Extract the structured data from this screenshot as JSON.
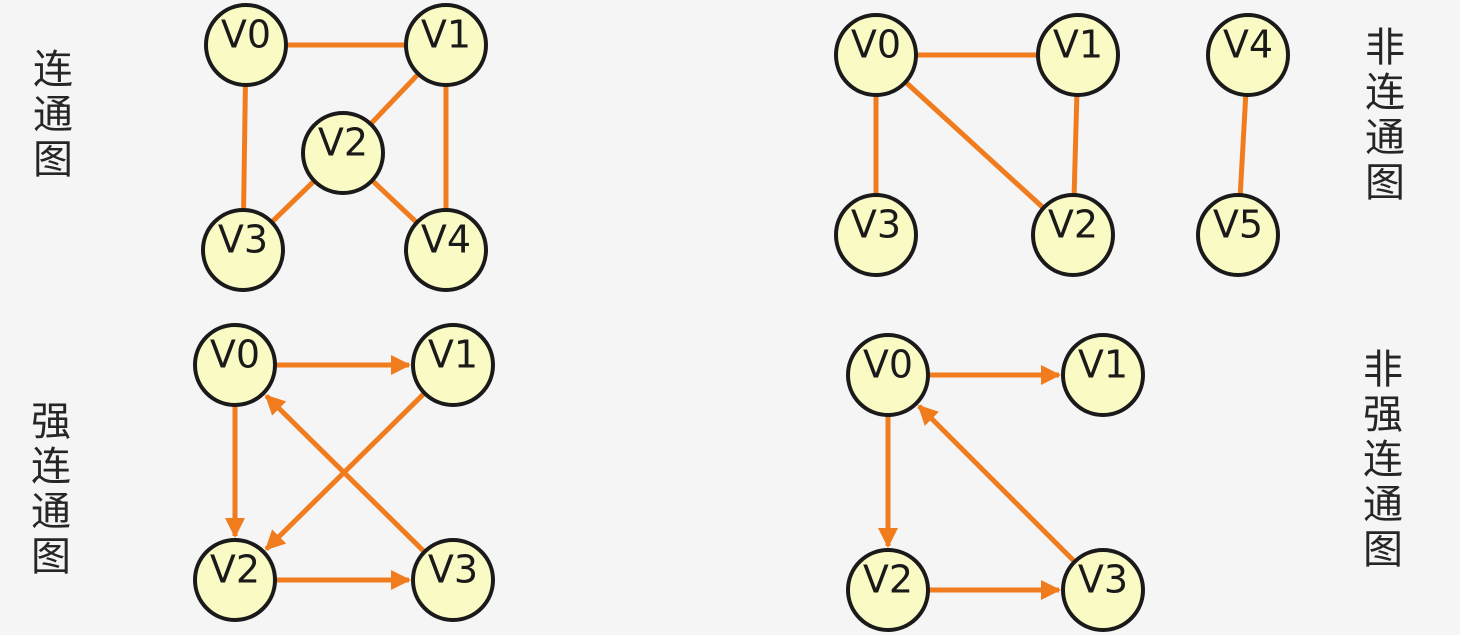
{
  "colors": {
    "edge": "#f07c1e",
    "node_fill": "#fafac4",
    "node_stroke": "#1a1a1a",
    "background": "#f5f5f5"
  },
  "labels": {
    "connected": "连通图",
    "not_connected": "非连通图",
    "strongly_connected": "强连通图",
    "not_strongly_connected": "非强连通图"
  },
  "graphs": [
    {
      "id": "connected",
      "directed": false,
      "nodes": [
        "V0",
        "V1",
        "V2",
        "V3",
        "V4"
      ],
      "edges": [
        [
          "V0",
          "V1"
        ],
        [
          "V0",
          "V3"
        ],
        [
          "V1",
          "V2"
        ],
        [
          "V1",
          "V4"
        ],
        [
          "V2",
          "V3"
        ],
        [
          "V2",
          "V4"
        ]
      ]
    },
    {
      "id": "not-connected",
      "directed": false,
      "nodes": [
        "V0",
        "V1",
        "V2",
        "V3",
        "V4",
        "V5"
      ],
      "edges": [
        [
          "V0",
          "V1"
        ],
        [
          "V0",
          "V3"
        ],
        [
          "V0",
          "V2"
        ],
        [
          "V1",
          "V2"
        ],
        [
          "V4",
          "V5"
        ]
      ]
    },
    {
      "id": "strongly-connected",
      "directed": true,
      "nodes": [
        "V0",
        "V1",
        "V2",
        "V3"
      ],
      "edges": [
        [
          "V0",
          "V1"
        ],
        [
          "V0",
          "V2"
        ],
        [
          "V1",
          "V2"
        ],
        [
          "V2",
          "V3"
        ],
        [
          "V3",
          "V0"
        ]
      ]
    },
    {
      "id": "not-strongly-connected",
      "directed": true,
      "nodes": [
        "V0",
        "V1",
        "V2",
        "V3"
      ],
      "edges": [
        [
          "V0",
          "V1"
        ],
        [
          "V0",
          "V2"
        ],
        [
          "V2",
          "V3"
        ],
        [
          "V3",
          "V0"
        ]
      ]
    }
  ]
}
